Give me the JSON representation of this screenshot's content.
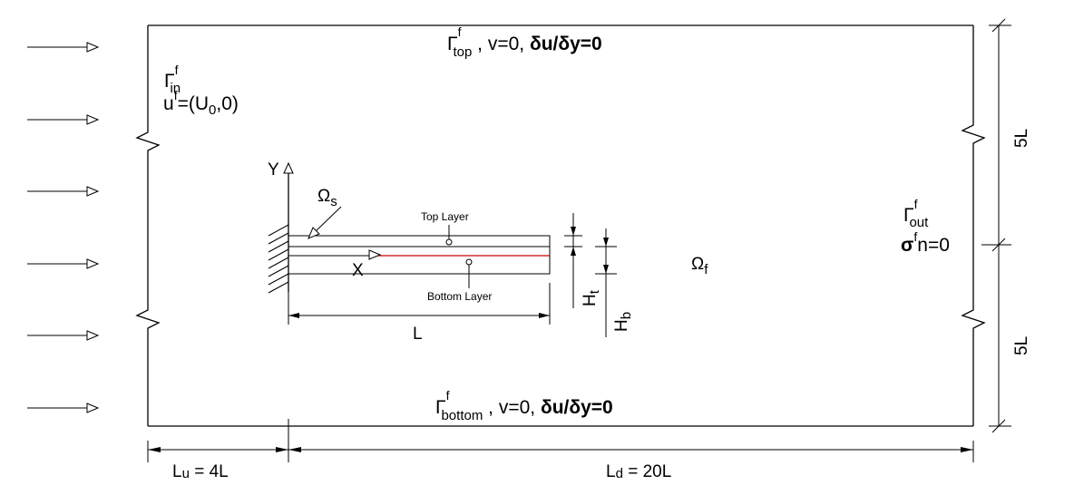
{
  "labels": {
    "gamma": "Γ",
    "f": "f",
    "top_sub": "top",
    "top_rest": " , v=0, ",
    "top_bc": "δu/δy=0",
    "in_sub": "in",
    "u": "u",
    "inlet_rest": "=(U",
    "zero_sub": "0",
    "inlet_end": ",0)",
    "out_sub": "out",
    "sigma": "σ",
    "out_rest": "n=0",
    "bottom_sub": "bottom",
    "bottom_rest": " , v=0, ",
    "bottom_bc": "δu/δy=0",
    "omega": "Ω",
    "s_sub": "s",
    "f_sub": "f",
    "y_axis": "Y",
    "x_axis": "X",
    "top_layer": "Top Layer",
    "bottom_layer": "Bottom Layer",
    "L": "L",
    "H": "H",
    "t_sub": "t",
    "b_sub": "b",
    "five_L_top": "5L",
    "five_L_bottom": "5L",
    "Lu": "L",
    "Lu_sub": "u",
    "Lu_rest": " = 4L",
    "Ld": "L",
    "Ld_sub": "d",
    "Ld_rest": " = 20L"
  },
  "colors": {
    "interface_line": "#cc0000",
    "ink": "#000000"
  },
  "icons": {
    "inflow_arrow": "open-arrow-right",
    "clamp": "hatched-wall"
  }
}
